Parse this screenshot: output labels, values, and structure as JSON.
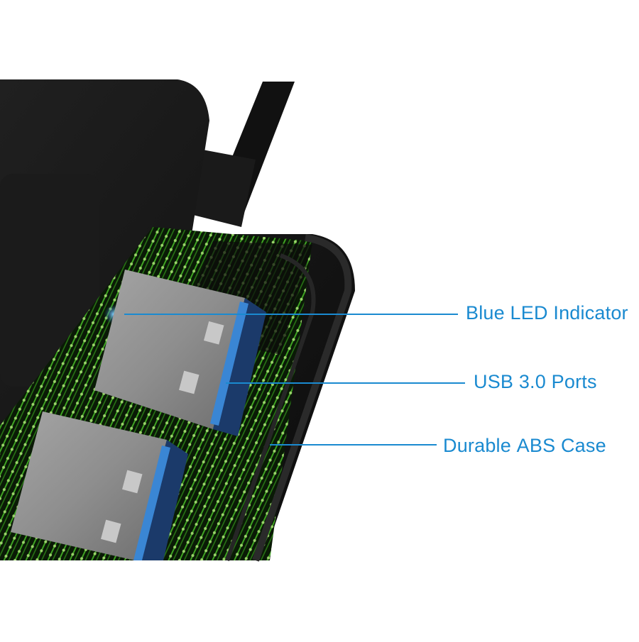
{
  "product": {
    "description": "Black USB hub cutaway view showing internal green circuit board and two USB 3.0 ports with blue inserts",
    "colors": {
      "background": "#ffffff",
      "accent": "#1a8ad0",
      "case": "#151515",
      "pcb": "#2f8f1c",
      "port_metal": "#8a8a8a",
      "port_insert": "#3a86d4"
    }
  },
  "callouts": [
    {
      "id": "led",
      "text": "Blue LED Indicator"
    },
    {
      "id": "ports",
      "text": "USB 3.0 Ports"
    },
    {
      "id": "case",
      "text_light": "Durable ",
      "text_strong": "ABS Case"
    }
  ]
}
